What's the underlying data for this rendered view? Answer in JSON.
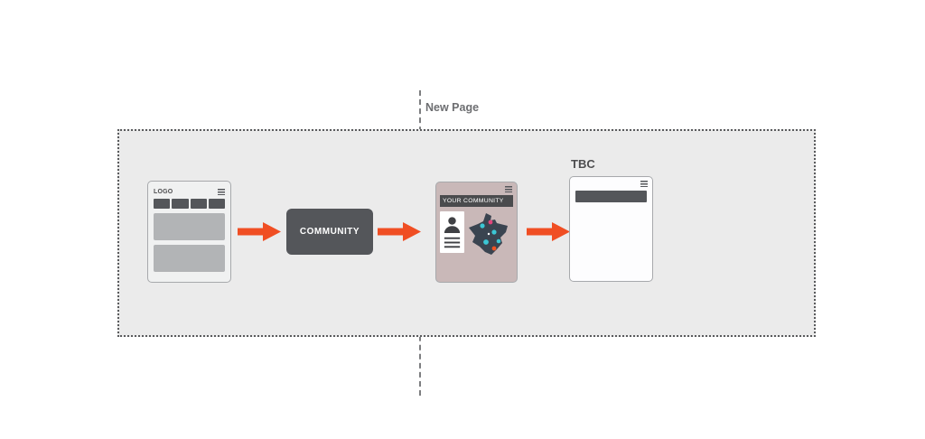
{
  "labels": {
    "new_page": "New Page",
    "tbc": "TBC"
  },
  "wireframe_card": {
    "logo": "LOGO"
  },
  "community_button": {
    "label": "COMMUNITY"
  },
  "community_card": {
    "title": "YOUR COMMUNITY"
  },
  "icons": {
    "menu_glyph": "☰",
    "person_glyph": "👤",
    "arrow_glyph": "➜"
  },
  "colors": {
    "arrow": "#F04E23",
    "dark": "#54565A",
    "card_border": "#A7A9AC",
    "container_bg": "#EBEBEB",
    "community_card_bg": "#C9B8B8",
    "map_fill": "#3A4450",
    "pin_teal": "#3BC6D4",
    "pin_orange": "#F05323",
    "pin_pink": "#E0457B"
  }
}
